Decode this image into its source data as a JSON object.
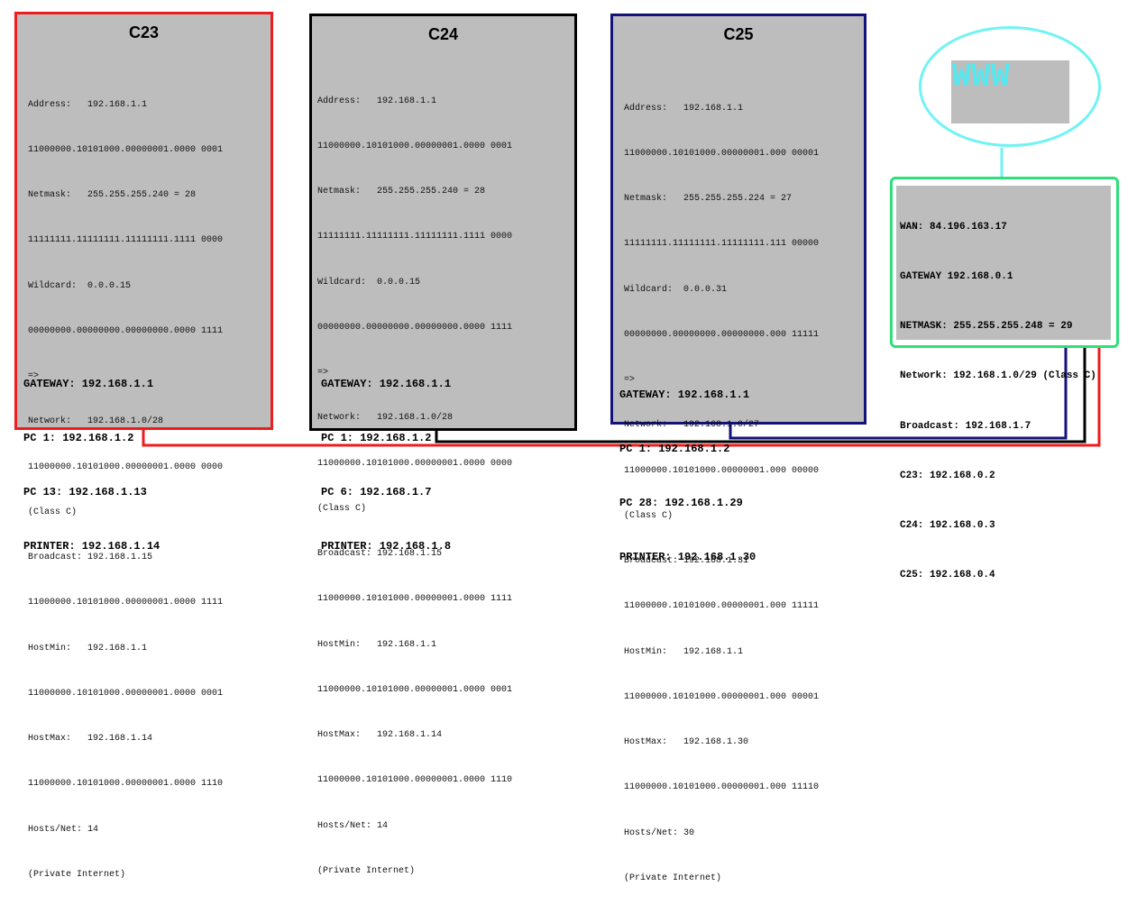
{
  "colors": {
    "c23_border": "#ee1c1c",
    "c24_border": "#000000",
    "c25_border": "#12127a",
    "router_border": "#2ee07a",
    "cloud_border": "#6ff3f3",
    "www_text": "#55e8ee",
    "box_fill": "#bdbdbd"
  },
  "cloud": {
    "label": "WWW"
  },
  "router": {
    "lines": [
      "WAN: 84.196.163.17",
      "GATEWAY 192.168.0.1",
      "NETMASK: 255.255.255.248 = 29",
      "Network: 192.168.1.0/29 (Class C)",
      "Broadcast: 192.168.1.7",
      "C23: 192.168.0.2",
      "C24: 192.168.0.3",
      "C25: 192.168.0.4"
    ]
  },
  "subnets": [
    {
      "title": "C23",
      "calc": [
        "Address:   192.168.1.1",
        "11000000.10101000.00000001.0000 0001",
        "Netmask:   255.255.255.240 = 28",
        "11111111.11111111.11111111.1111 0000",
        "Wildcard:  0.0.0.15",
        "00000000.00000000.00000000.0000 1111",
        "=>",
        "Network:   192.168.1.0/28",
        "11000000.10101000.00000001.0000 0000",
        "(Class C)",
        "Broadcast: 192.168.1.15",
        "11000000.10101000.00000001.0000 1111",
        "HostMin:   192.168.1.1",
        "11000000.10101000.00000001.0000 0001",
        "HostMax:   192.168.1.14",
        "11000000.10101000.00000001.0000 1110",
        "Hosts/Net: 14",
        "(Private Internet)"
      ],
      "hosts": [
        "GATEWAY: 192.168.1.1",
        "PC 1: 192.168.1.2",
        "PC 13: 192.168.1.13",
        "PRINTER: 192.168.1.14"
      ]
    },
    {
      "title": "C24",
      "calc": [
        "Address:   192.168.1.1",
        "11000000.10101000.00000001.0000 0001",
        "Netmask:   255.255.255.240 = 28",
        "11111111.11111111.11111111.1111 0000",
        "Wildcard:  0.0.0.15",
        "00000000.00000000.00000000.0000 1111",
        "=>",
        "Network:   192.168.1.0/28",
        "11000000.10101000.00000001.0000 0000",
        "(Class C)",
        "Broadcast: 192.168.1.15",
        "11000000.10101000.00000001.0000 1111",
        "HostMin:   192.168.1.1",
        "11000000.10101000.00000001.0000 0001",
        "HostMax:   192.168.1.14",
        "11000000.10101000.00000001.0000 1110",
        "Hosts/Net: 14",
        "(Private Internet)"
      ],
      "hosts": [
        "GATEWAY: 192.168.1.1",
        "PC 1: 192.168.1.2",
        "PC 6: 192.168.1.7",
        "PRINTER: 192.168.1.8"
      ]
    },
    {
      "title": "C25",
      "calc": [
        "Address:   192.168.1.1",
        "11000000.10101000.00000001.000 00001",
        "Netmask:   255.255.255.224 = 27",
        "11111111.11111111.11111111.111 00000",
        "Wildcard:  0.0.0.31",
        "00000000.00000000.00000000.000 11111",
        "=>",
        "Network:   192.168.1.0/27",
        "11000000.10101000.00000001.000 00000",
        "(Class C)",
        "Broadcast: 192.168.1.31",
        "11000000.10101000.00000001.000 11111",
        "HostMin:   192.168.1.1",
        "11000000.10101000.00000001.000 00001",
        "HostMax:   192.168.1.30",
        "11000000.10101000.00000001.000 11110",
        "Hosts/Net: 30",
        "(Private Internet)"
      ],
      "hosts": [
        "GATEWAY: 192.168.1.1",
        "PC 1: 192.168.1.2",
        "PC 28: 192.168.1.29",
        "PRINTER: 192.168.1.30"
      ]
    }
  ]
}
